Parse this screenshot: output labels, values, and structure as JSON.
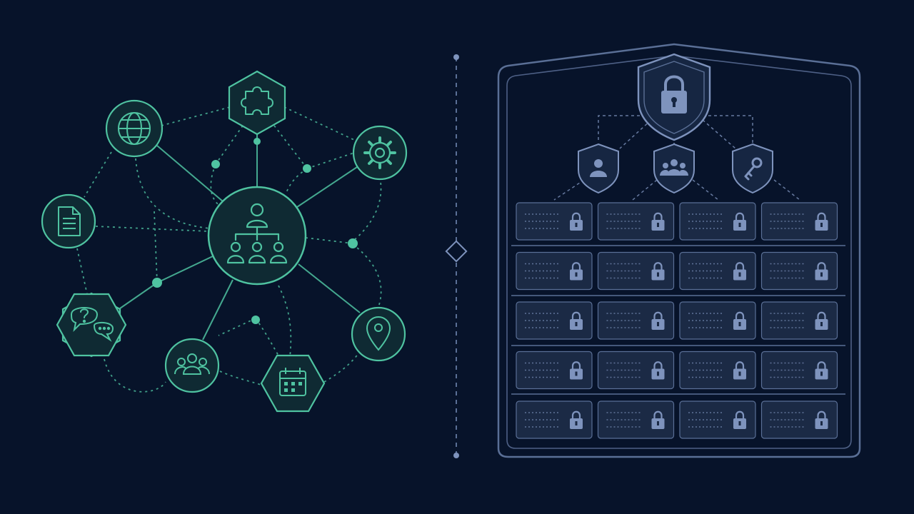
{
  "colors": {
    "background": "#07132a",
    "network_accent": "#4fc3a1",
    "network_node_fill": "#0f2a33",
    "vault_outline": "#5a6f96",
    "vault_cell_fill": "#1b2a45",
    "vault_icon": "#7e93bd"
  },
  "network": {
    "hub": {
      "icon": "org-chart-icon"
    },
    "nodes": [
      {
        "id": "globe",
        "icon": "globe-icon",
        "shape": "circle"
      },
      {
        "id": "puzzle",
        "icon": "puzzle-icon",
        "shape": "hexagon"
      },
      {
        "id": "gear",
        "icon": "gear-icon",
        "shape": "circle"
      },
      {
        "id": "document",
        "icon": "document-icon",
        "shape": "circle"
      },
      {
        "id": "chat",
        "icon": "question-chat-icon",
        "shape": "hexagon"
      },
      {
        "id": "team",
        "icon": "group-icon",
        "shape": "circle"
      },
      {
        "id": "calendar",
        "icon": "calendar-icon",
        "shape": "hexagon"
      },
      {
        "id": "location",
        "icon": "location-pin-icon",
        "shape": "circle"
      }
    ]
  },
  "divider": {
    "icon": "diamond-icon"
  },
  "vault": {
    "main_shield": {
      "icon": "padlock-icon"
    },
    "sub_shields": [
      {
        "icon": "user-icon"
      },
      {
        "icon": "group-icon"
      },
      {
        "icon": "key-icon"
      }
    ],
    "grid": {
      "rows": 5,
      "columns": 4,
      "cell_icon": "padlock-icon"
    }
  }
}
